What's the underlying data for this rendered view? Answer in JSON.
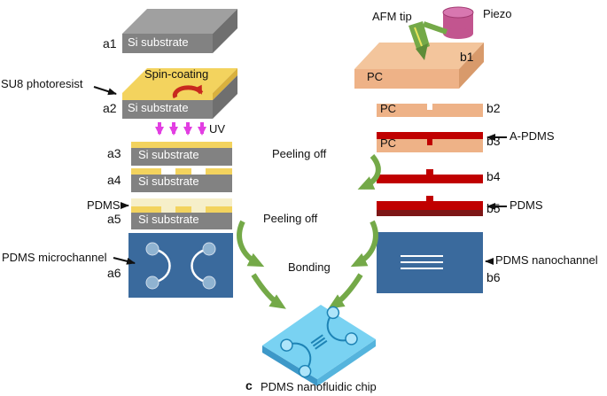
{
  "palette": {
    "substrate_gray": "#828282",
    "substrate_top_gray": "#a0a0a0",
    "su8_yellow": "#f3d35e",
    "pdms_cream": "#f6efc9",
    "pc_peach": "#eeb287",
    "pc_top_peach": "#f3c59c",
    "apdms_red": "#c00000",
    "pdms_dark_red": "#7d1616",
    "chip_blue": "#3a6a9d",
    "chip_light_blue": "#79d2f2",
    "arrow_green": "#74a948",
    "uv_magenta": "#e23ee2",
    "spin_red": "#c8281e",
    "piezo_pink": "#c2558f"
  },
  "left_column": {
    "a1": {
      "id": "a1",
      "substrate": "Si substrate"
    },
    "a2": {
      "id": "a2",
      "substrate": "Si substrate",
      "coating": "Spin-coating",
      "photoresist": "SU8 photoresist"
    },
    "a3": {
      "id": "a3",
      "substrate": "Si substrate",
      "uv": "UV"
    },
    "a4": {
      "id": "a4",
      "substrate": "Si substrate"
    },
    "a5": {
      "id": "a5",
      "substrate": "Si substrate",
      "pdms": "PDMS"
    },
    "a6": {
      "id": "a6",
      "caption": "PDMS microchannel"
    }
  },
  "right_column": {
    "b1": {
      "id": "b1",
      "material": "PC",
      "afm_tip": "AFM tip",
      "piezo": "Piezo"
    },
    "b2": {
      "id": "b2",
      "material": "PC"
    },
    "b3": {
      "id": "b3",
      "material": "PC",
      "apdms": "A-PDMS"
    },
    "b4": {
      "id": "b4"
    },
    "b5": {
      "id": "b5",
      "pdms": "PDMS"
    },
    "b6": {
      "id": "b6",
      "caption": "PDMS nanochannel"
    }
  },
  "process": {
    "peeling_off_right": "Peeling off",
    "peeling_off_center": "Peeling off",
    "bonding": "Bonding"
  },
  "final": {
    "id": "c",
    "caption": "PDMS nanofluidic chip"
  }
}
